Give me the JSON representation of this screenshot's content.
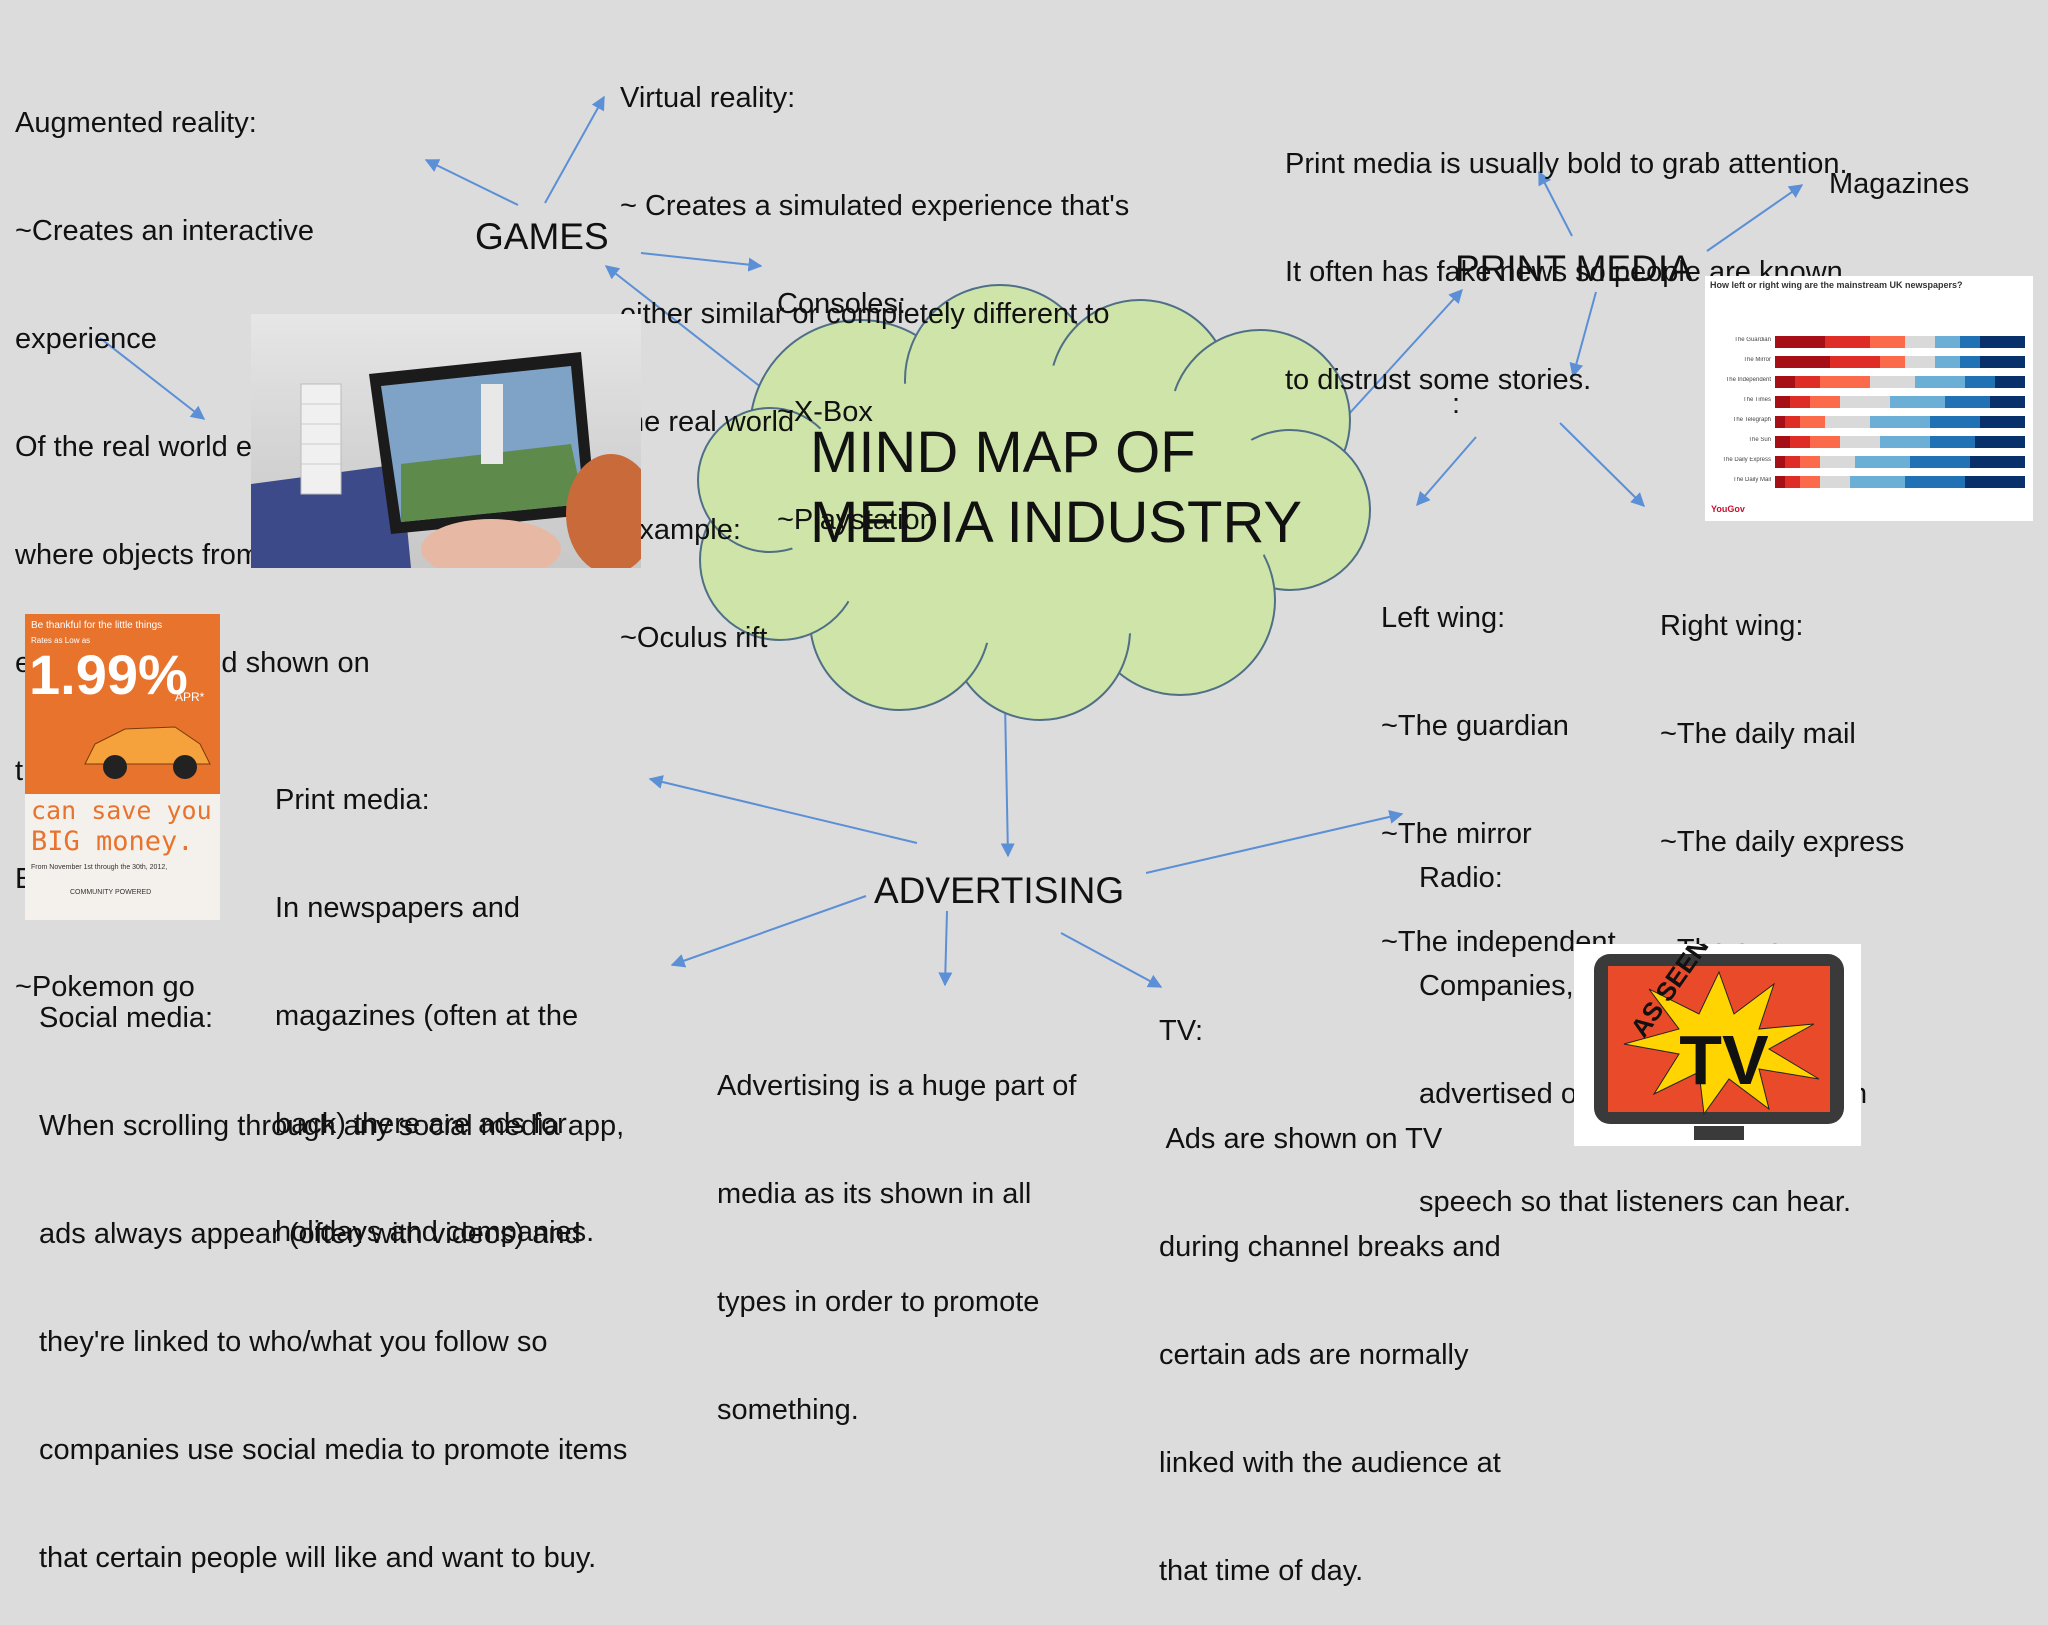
{
  "center": {
    "title_lines": [
      "MIND MAP OF",
      "MEDIA INDUSTRY"
    ],
    "cloud_color": "#cfe4a8"
  },
  "games": {
    "label": "GAMES",
    "augmented_reality": [
      "Augmented reality:",
      "~Creates an interactive",
      "experience",
      "Of the real world environment",
      "where objects from life are",
      "enhanced by and shown on",
      "the computer.",
      "Example:",
      "~Pokemon go"
    ],
    "virtual_reality": [
      "Virtual reality:",
      "~ Creates a simulated experience that's",
      "either similar or completely different to",
      "the real world",
      "Example:",
      "~Oculus rift"
    ],
    "consoles": [
      "Consoles:",
      "~X-Box",
      "~Playstation"
    ]
  },
  "print_media": {
    "label": "PRINT MEDIA",
    "note": [
      "Print media is usually bold to grab attention.",
      "It often has fake news so people are known",
      "to distrust some stories."
    ],
    "magazines": "Magazines",
    "colon": ":",
    "left_wing": [
      "Left wing:",
      "~The guardian",
      "~The mirror",
      "~The independent"
    ],
    "right_wing": [
      "Right wing:",
      "~The daily mail",
      "~The daily express",
      "~The sun"
    ]
  },
  "advertising": {
    "label": "ADVERTISING",
    "print_media": [
      "Print media:",
      "In newspapers and",
      "magazines (often at the",
      "back) there are ads for",
      "holidays and companies."
    ],
    "radio": [
      "Radio:",
      "Companies, films, shops ect are",
      "advertised on radio breaks through",
      "speech so that listeners can hear."
    ],
    "social_media": [
      "Social media:",
      "When scrolling through any social media app,",
      "ads always appear (often with videos) and",
      "they're linked to who/what you follow so",
      "companies use social media to promote items",
      "that certain people will like and want to buy."
    ],
    "summary": [
      "Advertising is a huge part of",
      "media as its shown in all",
      "types in order to promote",
      "something."
    ],
    "tv": [
      "TV:",
      " Ads are shown on TV",
      "during channel breaks and",
      "certain ads are normally",
      "linked with the audience at",
      "that time of day."
    ]
  },
  "images": {
    "ad_poster": {
      "tagline": "Be thankful for the little things",
      "subline": "Rates as Low as",
      "rate": "1.99%",
      "apr": "APR*",
      "save_1": "can save you",
      "save_2": "BIG money.",
      "dates": "From November 1st through the 30th, 2012,",
      "footer": "COMMUNITY POWERED"
    },
    "chart": {
      "title": "How left or right wing are the mainstream UK newspapers?",
      "papers": [
        "The Guardian",
        "The Mirror",
        "The Independent",
        "The Times",
        "The Telegraph",
        "The Sun",
        "The Daily Express",
        "The Daily Mail"
      ],
      "brand": "YouGov"
    },
    "tv": {
      "text_small": "AS SEEN ON",
      "text_big": "TV"
    }
  },
  "colors": {
    "background": "#dcdcdc",
    "arrow": "#5b8fd6",
    "text": "#111111"
  }
}
